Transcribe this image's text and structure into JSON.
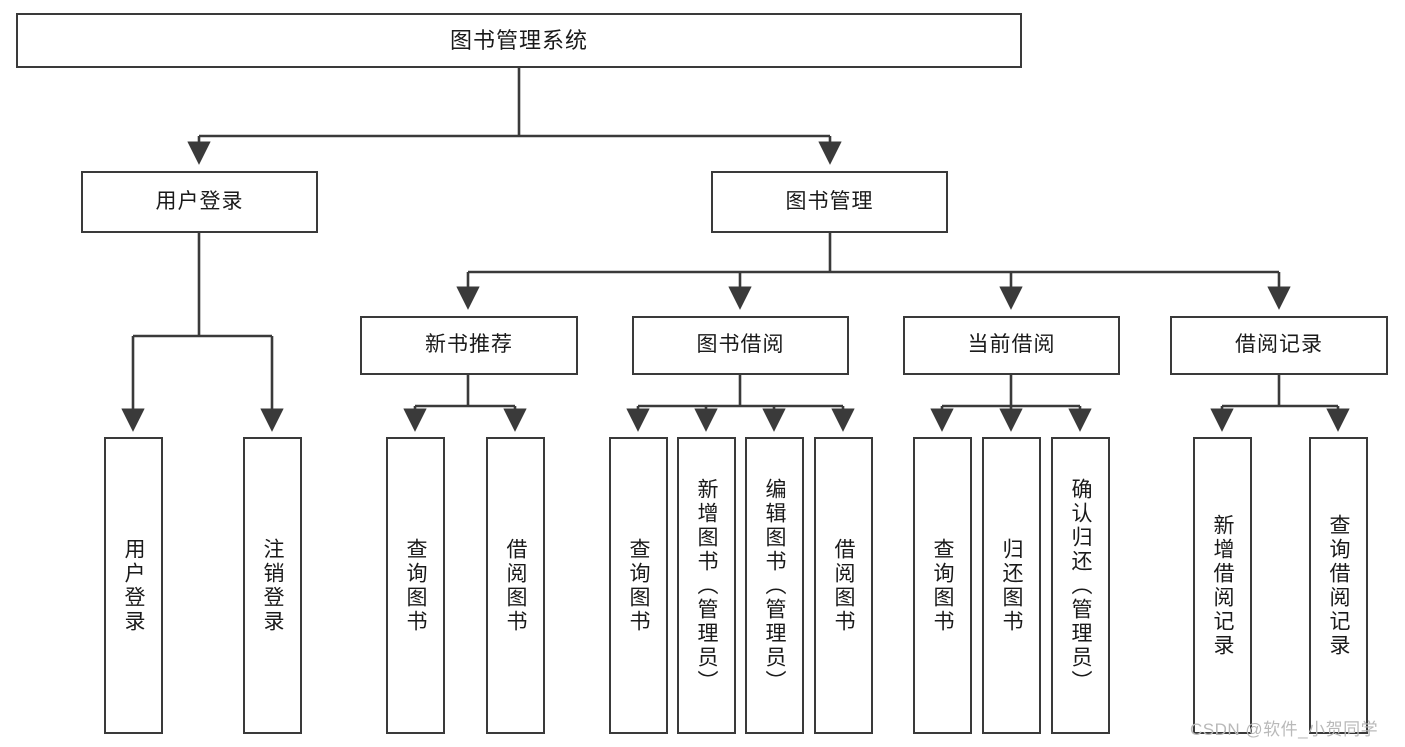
{
  "diagram": {
    "type": "hierarchy-tree",
    "title": "图书管理系统",
    "watermark": "CSDN @软件_小贺同学",
    "colors": {
      "stroke": "#3a3a3a",
      "fill": "#ffffff",
      "text": "#1a1a1a",
      "watermark": "#b9b9b9"
    },
    "levels": {
      "level1": [
        {
          "id": "root",
          "label": "图书管理系统",
          "orientation": "horizontal"
        }
      ],
      "level2": [
        {
          "id": "user-login",
          "label": "用户登录",
          "orientation": "horizontal"
        },
        {
          "id": "book-mgmt",
          "label": "图书管理",
          "orientation": "horizontal"
        }
      ],
      "level3": [
        {
          "id": "new-book-rec",
          "label": "新书推荐",
          "orientation": "horizontal"
        },
        {
          "id": "book-borrow",
          "label": "图书借阅",
          "orientation": "horizontal"
        },
        {
          "id": "current-borrow",
          "label": "当前借阅",
          "orientation": "horizontal"
        },
        {
          "id": "borrow-record",
          "label": "借阅记录",
          "orientation": "horizontal"
        }
      ],
      "level4": [
        {
          "id": "leaf-user-login",
          "label": "用户登录",
          "parent": "user-login",
          "orientation": "vertical"
        },
        {
          "id": "leaf-logout",
          "label": "注销登录",
          "parent": "user-login",
          "orientation": "vertical"
        },
        {
          "id": "leaf-query-book-1",
          "label": "查询图书",
          "parent": "new-book-rec",
          "orientation": "vertical"
        },
        {
          "id": "leaf-borrow-book-1",
          "label": "借阅图书",
          "parent": "new-book-rec",
          "orientation": "vertical"
        },
        {
          "id": "leaf-query-book-2",
          "label": "查询图书",
          "parent": "book-borrow",
          "orientation": "vertical"
        },
        {
          "id": "leaf-add-book",
          "label": "新增图书（管理员）",
          "parent": "book-borrow",
          "orientation": "vertical"
        },
        {
          "id": "leaf-edit-book",
          "label": "编辑图书（管理员）",
          "parent": "book-borrow",
          "orientation": "vertical"
        },
        {
          "id": "leaf-borrow-book-2",
          "label": "借阅图书",
          "parent": "book-borrow",
          "orientation": "vertical"
        },
        {
          "id": "leaf-query-book-3",
          "label": "查询图书",
          "parent": "current-borrow",
          "orientation": "vertical"
        },
        {
          "id": "leaf-return-book",
          "label": "归还图书",
          "parent": "current-borrow",
          "orientation": "vertical"
        },
        {
          "id": "leaf-confirm-return",
          "label": "确认归还（管理员）",
          "parent": "current-borrow",
          "orientation": "vertical"
        },
        {
          "id": "leaf-add-record",
          "label": "新增借阅记录",
          "parent": "borrow-record",
          "orientation": "vertical"
        },
        {
          "id": "leaf-query-record",
          "label": "查询借阅记录",
          "parent": "borrow-record",
          "orientation": "vertical"
        }
      ]
    }
  }
}
